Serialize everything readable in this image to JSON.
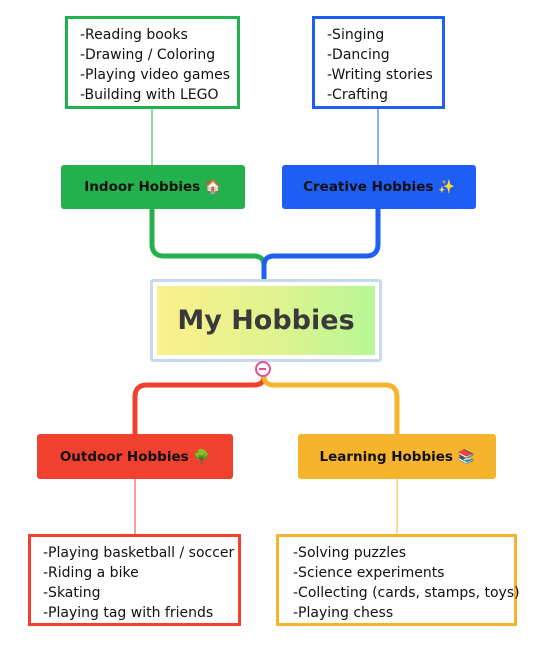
{
  "central_topic": {
    "label": "My Hobbies"
  },
  "branches": {
    "indoor": {
      "label": "Indoor Hobbies",
      "emoji": "🏠",
      "color": "#22b14c",
      "items": [
        "-Reading books",
        "-Drawing / Coloring",
        "-Playing video games",
        "-Building with LEGO"
      ]
    },
    "creative": {
      "label": "Creative Hobbies",
      "emoji": "✨",
      "color": "#1e5ef5",
      "items": [
        "-Singing",
        "-Dancing",
        "-Writing stories",
        "-Crafting"
      ]
    },
    "outdoor": {
      "label": "Outdoor Hobbies",
      "emoji": "🌳",
      "color": "#f0402e",
      "items": [
        "-Playing basketball / soccer",
        "-Riding a bike",
        "-Skating",
        "-Playing tag with friends"
      ]
    },
    "learning": {
      "label": "Learning Hobbies",
      "emoji": "📚",
      "color": "#f6b42c",
      "items": [
        "-Solving puzzles",
        "-Science experiments",
        "-Collecting (cards, stamps, toys)",
        "-Playing chess"
      ]
    }
  },
  "controls": {
    "collapse_toggle": {
      "icon": "collapse-minus-icon",
      "color": "#e8508f"
    }
  }
}
